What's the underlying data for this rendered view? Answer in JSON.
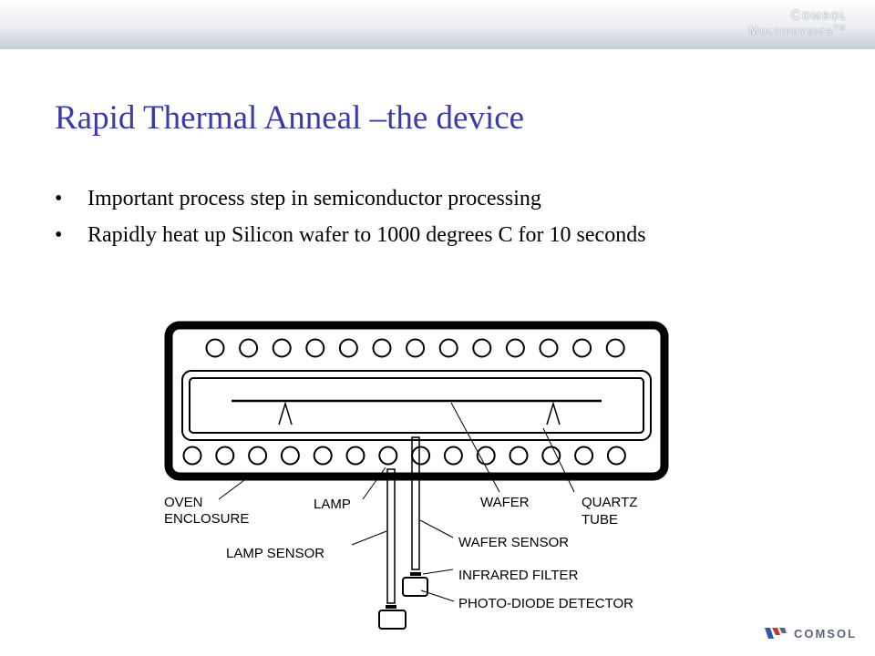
{
  "header": {
    "logo_line1": "Comsol",
    "logo_line2": "Multiphysics",
    "logo_tm": "TM"
  },
  "slide": {
    "title": "Rapid Thermal Anneal –the device",
    "bullet_symbol": "•",
    "bullets": [
      "Important process step in semiconductor processing",
      "Rapidly heat up Silicon wafer to 1000 degrees C for 10 seconds"
    ]
  },
  "diagram": {
    "labels": {
      "oven_line1": "OVEN",
      "oven_line2": "ENCLOSURE",
      "lamp": "LAMP",
      "wafer": "WAFER",
      "quartz_line1": "QUARTZ",
      "quartz_line2": "TUBE",
      "lamp_sensor": "LAMP SENSOR",
      "wafer_sensor": "WAFER SENSOR",
      "infrared_filter": "INFRARED FILTER",
      "photo_diode": "PHOTO-DIODE DETECTOR"
    },
    "top_lamp_count": 13,
    "bottom_lamp_count": 14
  },
  "footer": {
    "logo_text": "COMSOL"
  },
  "colors": {
    "title": "#3a3aa8",
    "logo_gray": "#5b6678",
    "logo_red": "#c0392b",
    "logo_blue": "#2f5aa8"
  }
}
